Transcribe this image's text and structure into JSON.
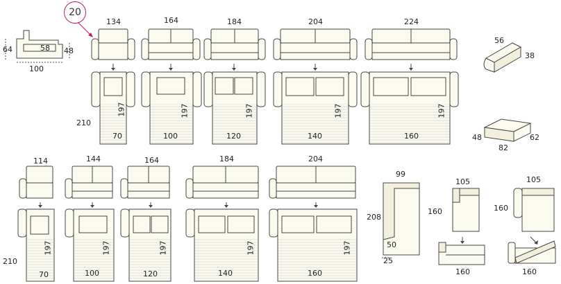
{
  "badge": {
    "label": "20",
    "accent": "#c2186b"
  },
  "section_dims": {
    "width": "100",
    "height": "64",
    "seat_depth": "58",
    "seat_height": "48"
  },
  "row1": [
    {
      "id": "armchair",
      "width": "134",
      "length": "210",
      "inner_length": "197",
      "bed_width": "70"
    },
    {
      "id": "sofa164",
      "width": "164",
      "inner_length": "197",
      "bed_width": "100"
    },
    {
      "id": "sofa184",
      "width": "184",
      "inner_length": "197",
      "bed_width": "120"
    },
    {
      "id": "sofa204",
      "width": "204",
      "inner_length": "197",
      "bed_width": "140"
    },
    {
      "id": "sofa224",
      "width": "224",
      "inner_length": "197",
      "bed_width": "160"
    }
  ],
  "row2": [
    {
      "id": "chair114",
      "width": "114",
      "length": "210",
      "inner_length": "197",
      "bed_width": "70"
    },
    {
      "id": "sofa144",
      "width": "144",
      "inner_length": "197",
      "bed_width": "100"
    },
    {
      "id": "sofa164b",
      "width": "164",
      "inner_length": "197",
      "bed_width": "120"
    },
    {
      "id": "sofa184b",
      "width": "184",
      "inner_length": "197",
      "bed_width": "140"
    },
    {
      "id": "sofa204b",
      "width": "204",
      "inner_length": "197",
      "bed_width": "160"
    }
  ],
  "bolster": {
    "length": "56",
    "height": "38"
  },
  "ottoman": {
    "depth": "48",
    "width": "82",
    "height": "62"
  },
  "chaise": {
    "width": "99",
    "length": "208",
    "seat": "50",
    "foot": "25"
  },
  "chaise_sofa_a": {
    "width": "105",
    "length": "160",
    "bed_width": "160"
  },
  "chaise_sofa_b": {
    "width": "105",
    "length": "160",
    "bed_width": "160"
  }
}
